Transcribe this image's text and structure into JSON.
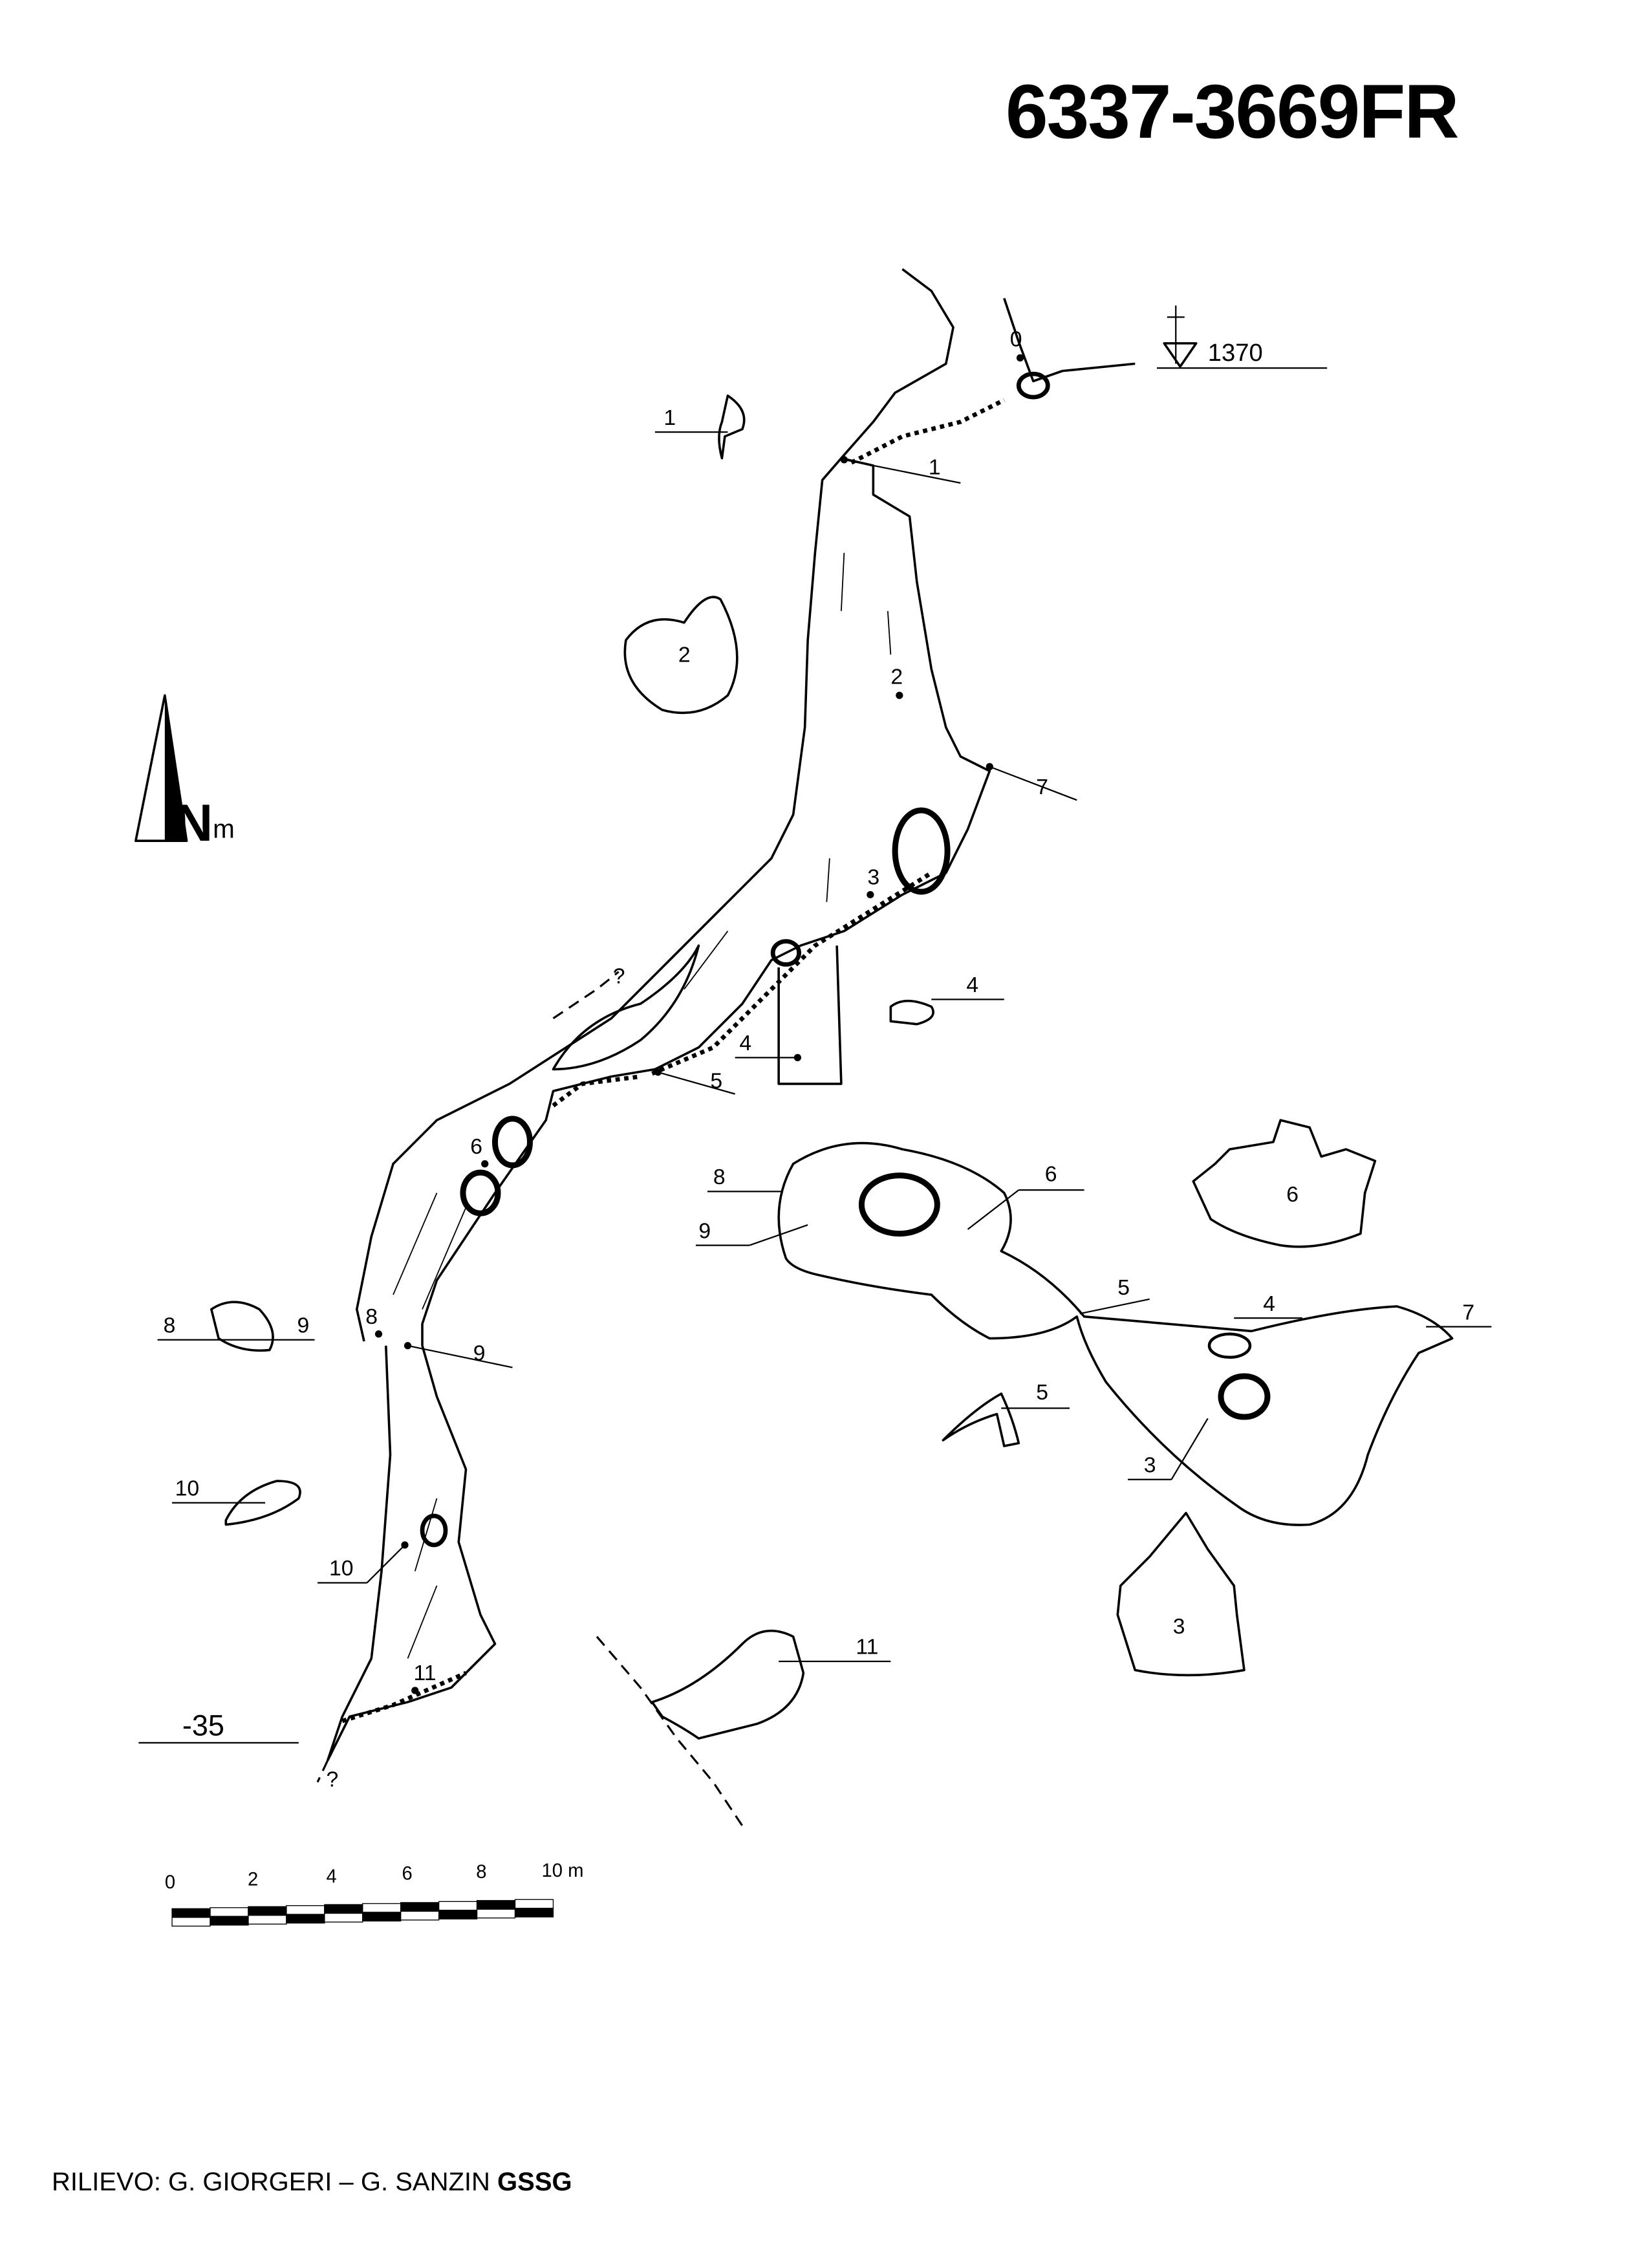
{
  "title": "6337-3669FR",
  "credits": {
    "prefix": "RILIEVO: G. GIORGERI – G. SANZIN",
    "group": "GSSG"
  },
  "north_arrow": {
    "letter": "N",
    "suffix": "m"
  },
  "entrance": {
    "elevation": "1370"
  },
  "depth": {
    "label": "-35"
  },
  "unknown_mark": "?",
  "plan_stations": [
    "0",
    "1",
    "2",
    "3",
    "4",
    "5",
    "6",
    "7",
    "8",
    "9",
    "10",
    "11"
  ],
  "cross_sections": [
    "1",
    "2",
    "4",
    "5",
    "6",
    "8",
    "9",
    "10",
    "11",
    "3"
  ],
  "profile_labels": [
    "8",
    "9",
    "6",
    "5",
    "4",
    "7",
    "3"
  ],
  "scale_bar": {
    "ticks": [
      "0",
      "2",
      "4",
      "6",
      "8",
      "10 m"
    ],
    "max_m": 10
  }
}
